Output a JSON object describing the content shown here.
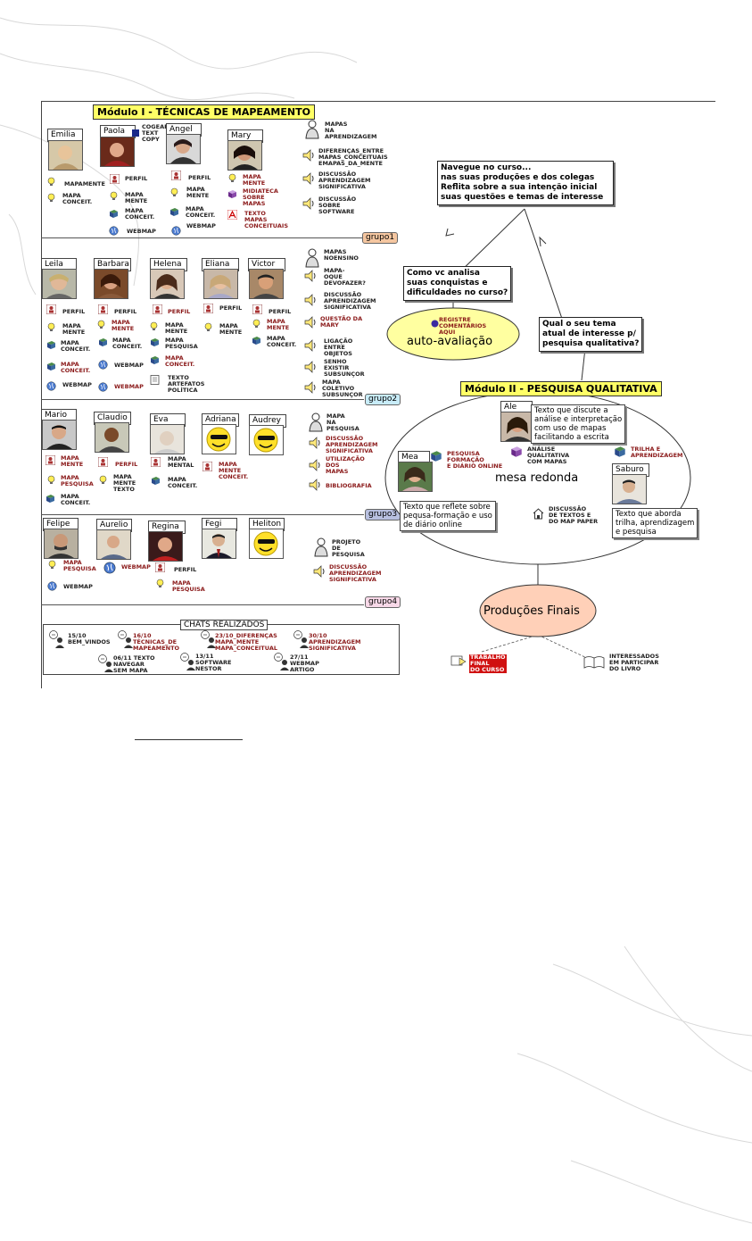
{
  "module1": {
    "title": "Módulo I - TÉCNICAS DE MAPEAMENTO",
    "group_label": "grupo1",
    "participants": [
      {
        "name": "Emilia"
      },
      {
        "name": "Paola"
      },
      {
        "name": "Angel"
      },
      {
        "name": "Mary"
      }
    ],
    "cogear": "COGEAR\nTEXT\nCOPY",
    "labels": {
      "emilia_1": "MAPAMENTE",
      "emilia_2": "MAPA\nCONCEIT.",
      "paola_1": "PERFIL",
      "paola_2": "MAPA\nMENTE",
      "paola_3": "MAPA\nCONCEIT.",
      "paola_4": "WEBMAP",
      "angel_1": "PERFIL",
      "angel_2": "MAPA\nMENTE",
      "angel_3": "MAPA\nCONCEIT.",
      "angel_4": "WEBMAP",
      "mary_1": "MAPA\nMENTE",
      "mary_2": "MIDIATECA\nSOBRE\nMAPAS",
      "mary_3": "TEXTO\nMAPAS\nCONCEITUAIS"
    },
    "resources": [
      "MAPAS\nNA\nAPRENDIZAGEM",
      "DIFERENÇAS_ENTRE\nMAPAS_CONCEITUAIS\nEMAPAS_DA_MENTE",
      "DISCUSSÃO\nAPRENDIZAGEM\nSIGNIFICATIVA",
      "DISCUSSÃO\nSOBRE\nSOFTWARE"
    ]
  },
  "group2": {
    "group_label": "grupo2",
    "participants": [
      {
        "name": "Leila"
      },
      {
        "name": "Barbara"
      },
      {
        "name": "Helena"
      },
      {
        "name": "Eliana"
      },
      {
        "name": "Victor"
      }
    ],
    "labels": {
      "leila": [
        "PERFIL",
        "MAPA\nMENTE",
        "MAPA\nCONCEIT.",
        "MAPA\nCONCEIT.",
        "WEBMAP"
      ],
      "barbara": [
        "PERFIL",
        "MAPA\nMENTE",
        "MAPA\nCONCEIT.",
        "WEBMAP",
        "WEBMAP"
      ],
      "helena": [
        "PERFIL",
        "MAPA\nMENTE",
        "MAPA\nPESQUISA",
        "MAPA\nCONCEIT.",
        "TEXTO\nARTEFATOS\nPOLÍTICA"
      ],
      "eliana": [
        "PERFIL",
        "MAPA\nMENTE"
      ],
      "victor": [
        "PERFIL",
        "MAPA\nMENTE",
        "MAPA\nCONCEIT."
      ]
    },
    "resources": [
      "MAPAS\nNOENSINO",
      "MAPA-\nOQUE\nDEVOFAZER?",
      "DISCUSSÃO\nAPRENDIZAGEM\nSIGNIFICATIVA",
      "QUESTÃO DA\nMARY",
      "LIGAÇÃO\nENTRE\nOBJETOS",
      "SENHO\nEXISTIR\nSUBSUNÇOR",
      "MAPA\nCOLETIVO\nSUBSUNÇOR"
    ]
  },
  "group3": {
    "group_label": "grupo3",
    "participants": [
      {
        "name": "Mario"
      },
      {
        "name": "Claudio"
      },
      {
        "name": "Eva"
      },
      {
        "name": "Adriana"
      },
      {
        "name": "Audrey"
      }
    ],
    "labels": {
      "mario": [
        "MAPA\nMENTE",
        "MAPA\nPESQUISA",
        "MAPA\nCONCEIT."
      ],
      "claudio": [
        "PERFIL",
        "MAPA\nMENTE\nTEXTO"
      ],
      "eva": [
        "MAPA\nMENTAL",
        "MAPA\nCONCEIT."
      ],
      "adriana": [
        "MAPA\nMENTE\nCONCEIT."
      ]
    },
    "resources": [
      "MAPA\nNA\nPESQUISA",
      "DISCUSSÃO\nAPRENDIZAGEM\nSIGNIFICATIVA",
      "UTILIZAÇÃO\nDOS\nMAPAS",
      "BIBLIOGRAFIA"
    ]
  },
  "group4": {
    "group_label": "grupo4",
    "participants": [
      {
        "name": "Felipe"
      },
      {
        "name": "Aurelio"
      },
      {
        "name": "Regina"
      },
      {
        "name": "Fegi"
      },
      {
        "name": "Heliton"
      }
    ],
    "labels": {
      "felipe": [
        "MAPA\nPESQUISA",
        "WEBMAP"
      ],
      "aurelio": [
        "WEBMAP"
      ],
      "regina": [
        "PERFIL",
        "MAPA\nPESQUISA"
      ]
    },
    "resources": [
      "PROJETO\nDE\nPESQUISA",
      "DISCUSSÃO\nAPRENDIZAGEM\nSIGNIFICATIVA"
    ]
  },
  "chats": {
    "title": "CHATS REALIZADOS",
    "items": [
      "15/10\nBEM_VINDOS",
      "16/10\nTÉCNICAS_DE\nMAPEAMENTO",
      "23/10_DIFERENÇAS\nMAPA_MENTE\nMAPA_CONCEITUAL",
      "30/10\nAPRENDIZAGEM\nSIGNIFICATIVA",
      "06/11 TEXTO\nNAVEGAR\nSEM MAPA",
      "13/11\nSOFTWARE\nNESTOR",
      "27/11\nWEBMAP\nARTIGO"
    ]
  },
  "right": {
    "navigate": "Navegue no curso...\nnas suas produções e dos colegas\nReflita sobre a sua intenção inicial\nsuas questões e temas de interesse",
    "analysis_q": "Como vc analisa\nsuas conquistas e\ndificuldades no curso?",
    "theme_q": "Qual o seu tema\natual de interesse p/\npesquisa qualitativa?",
    "register": "REGISTRE\nCOMENTÁRIOS\nAQUI",
    "auto": "auto-avaliação",
    "module2": "Módulo II - PESQUISA QUALITATIVA",
    "ale": "Ale",
    "ale_text": "Texto que discute a\nanálise e interpretação\ncom uso de mapas\nfacilitando a escrita",
    "analise": "ANÁLISE\nQUALITATIVA\nCOM MAPAS",
    "trilha": "TRILHA E\nAPRENDIZAGEM",
    "mea": "Mea",
    "pesquisa_form": "PESQUISA\nFORMAÇÃO\nE DIÁRIO ONLINE",
    "mesa": "mesa redonda",
    "saburo": "Saburo",
    "discussao": "DISCUSSÃO\nDE TEXTOS E\nDO MAP PAPER",
    "mea_text": "Texto que reflete sobre\npequsa-formação e uso\nde diário online",
    "saburo_text": "Texto que aborda\ntrilha, aprendizagem\ne pesquisa",
    "producoes": "Produções Finais",
    "trabalho": "TRABALHO\nFINAL\nDO CURSO",
    "interessados": "INTERESSADOS\nEM PARTICIPAR\nDO LIVRO"
  }
}
